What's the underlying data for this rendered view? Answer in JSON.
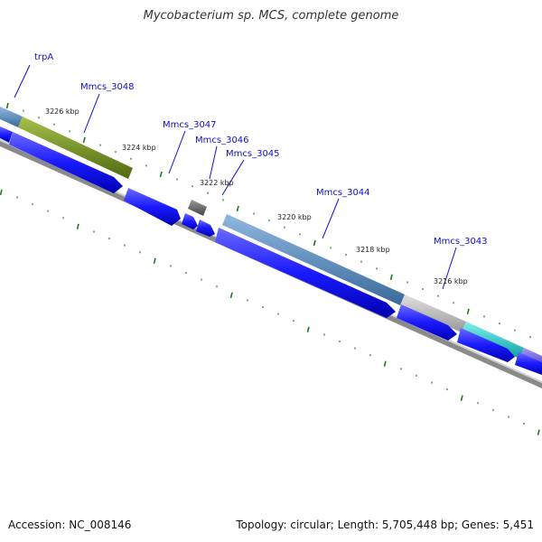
{
  "title": "Mycobacterium sp. MCS, complete genome",
  "footer": {
    "accession": "Accession: NC_008146",
    "summary": "Topology: circular; Length: 5,705,448 bp; Genes: 5,451"
  },
  "gene_labels": [
    "trpA",
    "Mmcs_3048",
    "Mmcs_3047",
    "Mmcs_3046",
    "Mmcs_3045",
    "Mmcs_3044",
    "Mmcs_3043"
  ],
  "kbp_labels": [
    "3226 kbp",
    "3224 kbp",
    "3222 kbp",
    "3220 kbp",
    "3218 kbp",
    "3216 kbp"
  ],
  "colors": {
    "gene_arrow": "#1a1aff",
    "backbone": "#888888",
    "tick": "#1a7a1a",
    "feature_blue": "#5b8fc4",
    "feature_olive": "#7a9a2a",
    "feature_grey": "#bbbbbb",
    "feature_cyan": "#33cccc",
    "feature_purple": "#7766dd",
    "feature_dark": "#666666",
    "label_text": "#1010c8"
  }
}
